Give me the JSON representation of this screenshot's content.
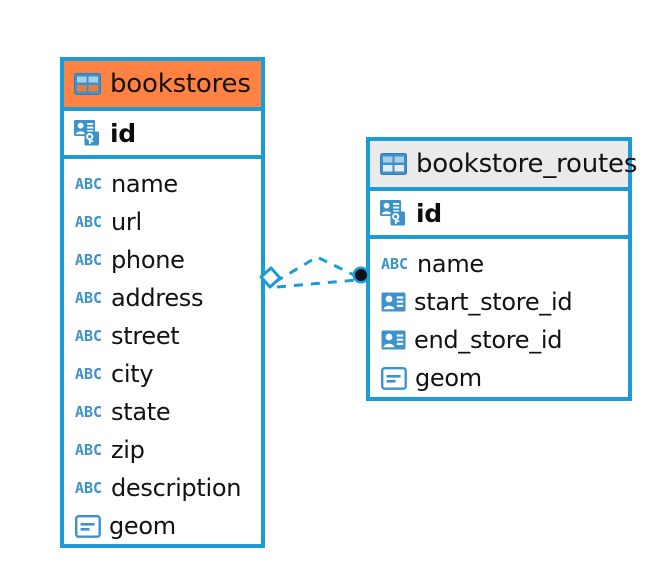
{
  "diagram": {
    "type": "entity-relationship-diagram",
    "background": "#ffffff",
    "accent_color": "#1B9BD8",
    "highlight_color": "#FF8243",
    "header_grey": "#EAEAEA",
    "icon_blue": "#3E92CC"
  },
  "entities": [
    {
      "id": "bookstores",
      "title": "bookstores",
      "header_icon": "table-icon",
      "header_style": "orange",
      "primary_key": {
        "label": "id",
        "icon": "primary-key-icon",
        "type": "pk"
      },
      "fields": [
        {
          "label": "name",
          "icon": "abc-icon",
          "type": "text"
        },
        {
          "label": "url",
          "icon": "abc-icon",
          "type": "text"
        },
        {
          "label": "phone",
          "icon": "abc-icon",
          "type": "text"
        },
        {
          "label": "address",
          "icon": "abc-icon",
          "type": "text"
        },
        {
          "label": "street",
          "icon": "abc-icon",
          "type": "text"
        },
        {
          "label": "city",
          "icon": "abc-icon",
          "type": "text"
        },
        {
          "label": "state",
          "icon": "abc-icon",
          "type": "text"
        },
        {
          "label": "zip",
          "icon": "abc-icon",
          "type": "text"
        },
        {
          "label": "description",
          "icon": "abc-icon",
          "type": "text"
        },
        {
          "label": "geom",
          "icon": "geom-icon",
          "type": "geometry"
        }
      ]
    },
    {
      "id": "bookstore_routes",
      "title": "bookstore_routes",
      "header_icon": "table-icon",
      "header_style": "grey",
      "primary_key": {
        "label": "id",
        "icon": "primary-key-icon",
        "type": "pk"
      },
      "fields": [
        {
          "label": "name",
          "icon": "abc-icon",
          "type": "text"
        },
        {
          "label": "start_store_id",
          "icon": "foreign-key-icon",
          "type": "fk"
        },
        {
          "label": "end_store_id",
          "icon": "foreign-key-icon",
          "type": "fk"
        },
        {
          "label": "geom",
          "icon": "geom-icon",
          "type": "geometry"
        }
      ]
    }
  ],
  "relationship": {
    "source_entity": "bookstores",
    "target_entity": "bookstore_routes",
    "source_marker": "diamond-marker",
    "target_marker": "filled-circle-marker",
    "line_style": "dashed",
    "line_color": "#1B9BD8"
  }
}
